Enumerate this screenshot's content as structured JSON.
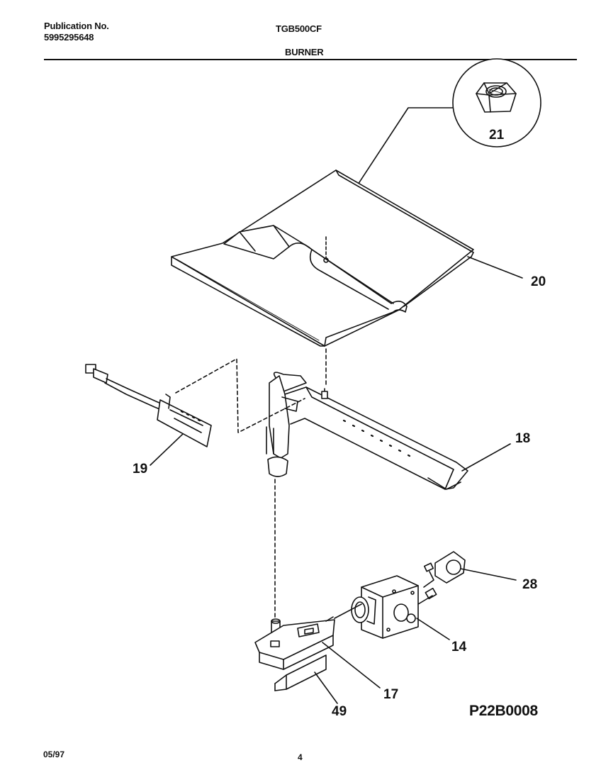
{
  "header": {
    "publication_label": "Publication No.",
    "publication_number": "5995295648",
    "model": "TGB500CF",
    "section": "BURNER"
  },
  "callouts": {
    "p21": "21",
    "p20": "20",
    "p19": "19",
    "p18": "18",
    "p28": "28",
    "p14": "14",
    "p17": "17",
    "p49": "49"
  },
  "figure_id": "P22B0008",
  "footer": {
    "date": "05/97",
    "page": "4"
  }
}
